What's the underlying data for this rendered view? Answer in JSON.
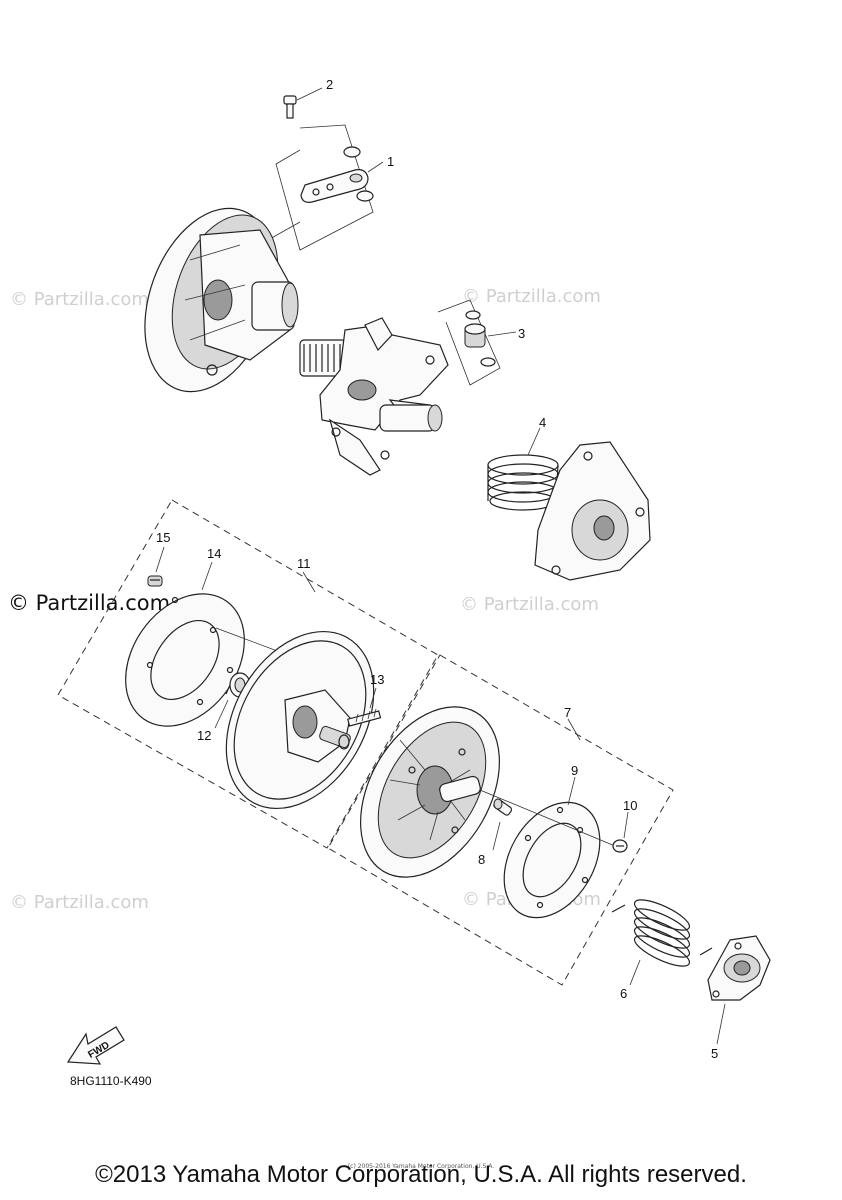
{
  "callouts": [
    {
      "id": "1",
      "label": "1"
    },
    {
      "id": "2",
      "label": "2"
    },
    {
      "id": "3",
      "label": "3"
    },
    {
      "id": "4",
      "label": "4"
    },
    {
      "id": "5",
      "label": "5"
    },
    {
      "id": "6",
      "label": "6"
    },
    {
      "id": "7",
      "label": "7"
    },
    {
      "id": "8",
      "label": "8"
    },
    {
      "id": "9",
      "label": "9"
    },
    {
      "id": "10",
      "label": "10"
    },
    {
      "id": "11",
      "label": "11"
    },
    {
      "id": "12",
      "label": "12"
    },
    {
      "id": "13",
      "label": "13"
    },
    {
      "id": "14",
      "label": "14"
    },
    {
      "id": "15",
      "label": "15"
    }
  ],
  "watermarks": {
    "faint": "© Partzilla.com",
    "prominent": "© Partzilla.com"
  },
  "direction_label": "FWD",
  "diagram_code": "8HG1110-K490",
  "tiny_notice": "(c) 2005-2016 Yamaha Motor Corporation, U.S.A.",
  "copyright": "©2013 Yamaha Motor Corporation, U.S.A. All rights reserved."
}
